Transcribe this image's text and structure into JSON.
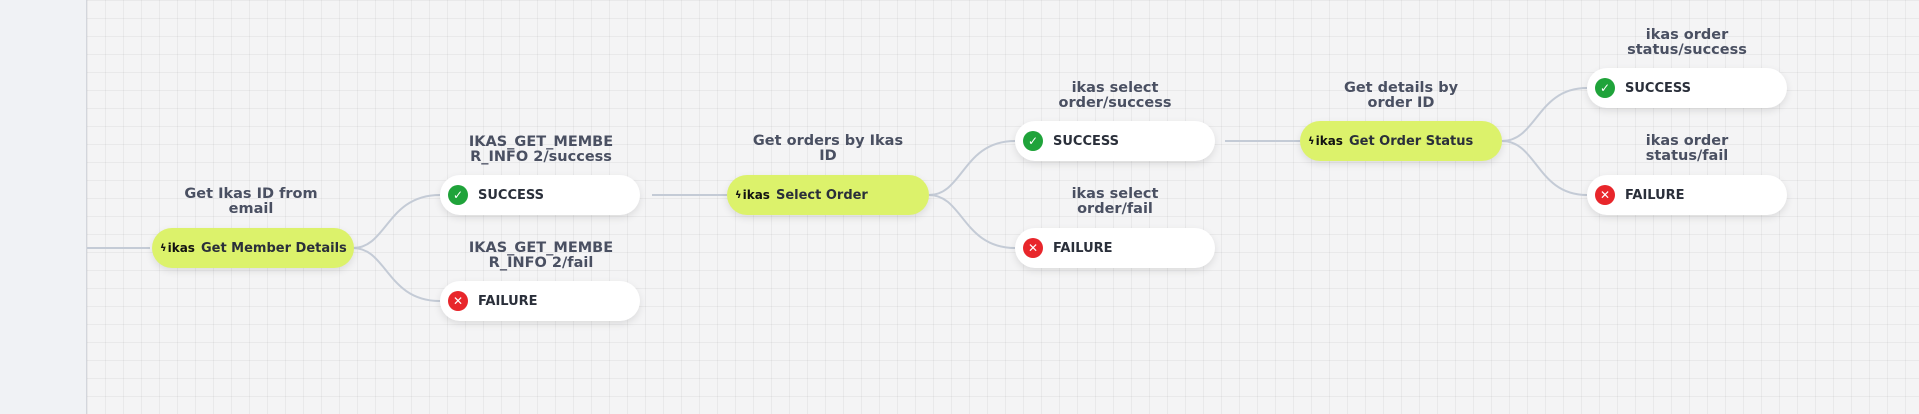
{
  "brand_label": "ikas",
  "brand_glyph": "ϟ",
  "icons": {
    "success": "✓",
    "failure": "✕"
  },
  "colors": {
    "action_node": "#dcf26b",
    "success": "#1fa33a",
    "failure": "#e8262b",
    "edge": "#c4cbd6"
  },
  "nodes": {
    "get_member_details": {
      "caption": [
        "Get Ikas ID from",
        "email"
      ],
      "label": "Get Member Details"
    },
    "member_success": {
      "caption": [
        "IKAS_GET_MEMBE",
        "R_INFO 2/success"
      ],
      "label": "SUCCESS"
    },
    "member_failure": {
      "caption": [
        "IKAS_GET_MEMBE",
        "R_INFO 2/fail"
      ],
      "label": "FAILURE"
    },
    "select_order": {
      "caption": [
        "Get orders by Ikas",
        "ID"
      ],
      "label": "Select Order"
    },
    "select_success": {
      "caption": [
        "ikas select",
        "order/success"
      ],
      "label": "SUCCESS"
    },
    "select_failure": {
      "caption": [
        "ikas select",
        "order/fail"
      ],
      "label": "FAILURE"
    },
    "get_order_status": {
      "caption": [
        "Get details by",
        "order ID"
      ],
      "label": "Get Order Status"
    },
    "status_success": {
      "caption": [
        "ikas order",
        "status/success"
      ],
      "label": "SUCCESS"
    },
    "status_failure": {
      "caption": [
        "ikas order",
        "status/fail"
      ],
      "label": "FAILURE"
    }
  }
}
